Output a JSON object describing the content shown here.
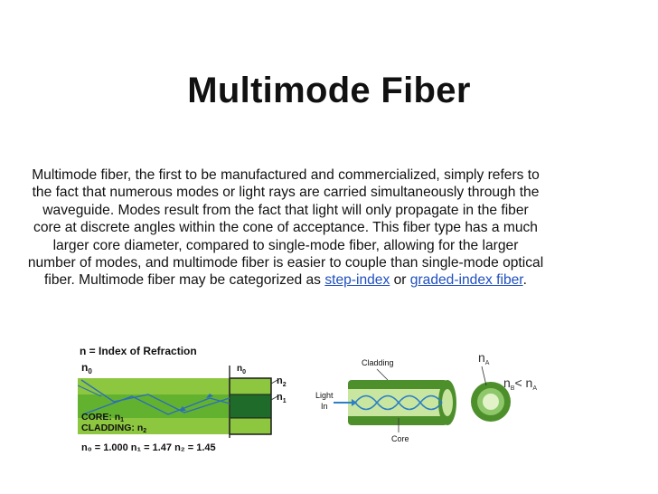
{
  "slide": {
    "title": "Multimode Fiber",
    "body_pre": "Multimode fiber, the first to be manufactured and commercialized, simply refers to the fact that numerous modes or light rays are carried simultaneously through the waveguide. Modes result from the fact that light will only propagate in the fiber core at discrete angles within the cone of acceptance. This fiber type has a much larger core diameter, compared to single-mode fiber, allowing for the larger number of modes, and multimode fiber is easier to couple than single-mode optical fiber. Multimode fiber may be categorized as ",
    "link1": "step-index",
    "body_mid": " or ",
    "link2": "graded-index fiber",
    "body_post": "."
  },
  "diagram_left": {
    "title": "n = Index of Refraction",
    "n0": "n",
    "n0_sub": "0",
    "n0_right": "n",
    "n0_right_sub": "0",
    "n2": "n",
    "n2_sub": "2",
    "n1": "n",
    "n1_sub": "1",
    "core": "CORE: n",
    "core_sub": "1",
    "cladding": "CLADDING: n",
    "cladding_sub": "2",
    "values": "n₀ = 1.000   n₁ = 1.47   n₂ = 1.45",
    "colors": {
      "cladding": "#8dc63f",
      "core": "#5fae2e",
      "ray": "#2c6fb5",
      "end_core": "#1f6b2a"
    }
  },
  "diagram_right": {
    "cladding": "Cladding",
    "light_in_1": "Light",
    "light_in_2": "In",
    "core": "Core",
    "n_a": "n",
    "n_a_sub": "A",
    "relation": "n",
    "relation_sub_b": "B",
    "relation_mid": "< n",
    "relation_sub_a": "A",
    "colors": {
      "outer": "#4d8f2b",
      "inner": "#c8e6a0",
      "wave": "#2c7fc5"
    }
  }
}
